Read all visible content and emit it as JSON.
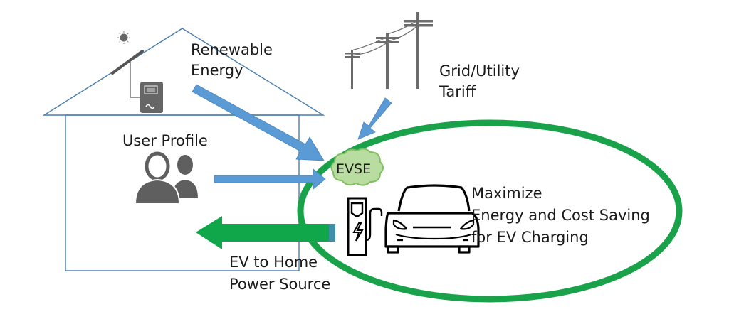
{
  "colors": {
    "house_outline": "#4a7ead",
    "arrow_blue": "#5b9bd5",
    "arrow_green": "#10a64a",
    "ellipse_green": "#19a24a",
    "icon_gray": "#666666",
    "evse_cloud": "#b9dca0",
    "text": "#1a1a1a"
  },
  "labels": {
    "renewable": [
      "Renewable",
      "Energy"
    ],
    "grid": [
      "Grid/Utility",
      "Tariff"
    ],
    "user_profile": "User Profile",
    "evse": "EVSE",
    "goal": [
      "Maximize",
      "Energy and Cost Saving",
      "for EV Charging"
    ],
    "v2h": [
      "EV to Home",
      "Power Source"
    ]
  },
  "icons": [
    "sun-icon",
    "solar-panel-icon",
    "inverter-icon",
    "power-poles-icon",
    "users-icon",
    "ev-charger-icon",
    "car-icon",
    "evse-cloud-icon"
  ],
  "flows": [
    {
      "from": "Renewable Energy",
      "to": "EVSE",
      "color": "arrow_blue"
    },
    {
      "from": "Grid/Utility Tariff",
      "to": "EVSE",
      "color": "arrow_blue"
    },
    {
      "from": "User Profile",
      "to": "EVSE",
      "color": "arrow_blue"
    },
    {
      "from": "EV",
      "to": "Home",
      "label": "EV to Home Power Source",
      "color": "arrow_green"
    }
  ]
}
